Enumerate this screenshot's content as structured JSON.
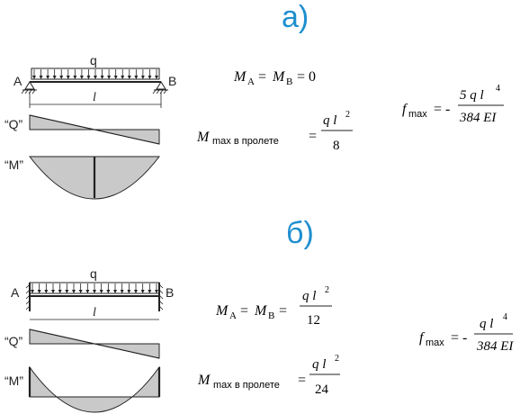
{
  "colors": {
    "heading": "#1f8fcf",
    "fill": "#c9c9c9",
    "line": "#222222"
  },
  "case_a": {
    "heading": "а)",
    "load": "q",
    "support_left": "A",
    "support_right": "B",
    "span": "l",
    "q_label": "“Q”",
    "m_label": "“M”",
    "support_moments": {
      "m": "M",
      "sub_a": "A",
      "eq": "=",
      "sub_b": "B",
      "value": "= 0"
    },
    "max_moment": {
      "m": "M",
      "sub": "max в пролете",
      "eq": "=",
      "numerator": "q l",
      "exp": "2",
      "denominator": "8"
    },
    "deflection": {
      "f": "f",
      "sub": "max",
      "eq": "= -",
      "numerator": "5 q l",
      "exp": "4",
      "denominator": "384 EI"
    }
  },
  "case_b": {
    "heading": "б)",
    "load": "q",
    "support_left": "A",
    "support_right": "B",
    "span": "l",
    "q_label": "“Q”",
    "m_label": "“M”",
    "support_moments": {
      "m": "M",
      "sub_a": "A",
      "eq": "=",
      "sub_b": "B",
      "eq2": "=",
      "numerator": "q l",
      "exp": "2",
      "denominator": "12"
    },
    "max_moment": {
      "m": "M",
      "sub": "max в пролете",
      "eq": "=",
      "numerator": "q l",
      "exp": "2",
      "denominator": "24"
    },
    "deflection": {
      "f": "f",
      "sub": "max",
      "eq": "= -",
      "numerator": "q l",
      "exp": "4",
      "denominator": "384 EI"
    }
  }
}
